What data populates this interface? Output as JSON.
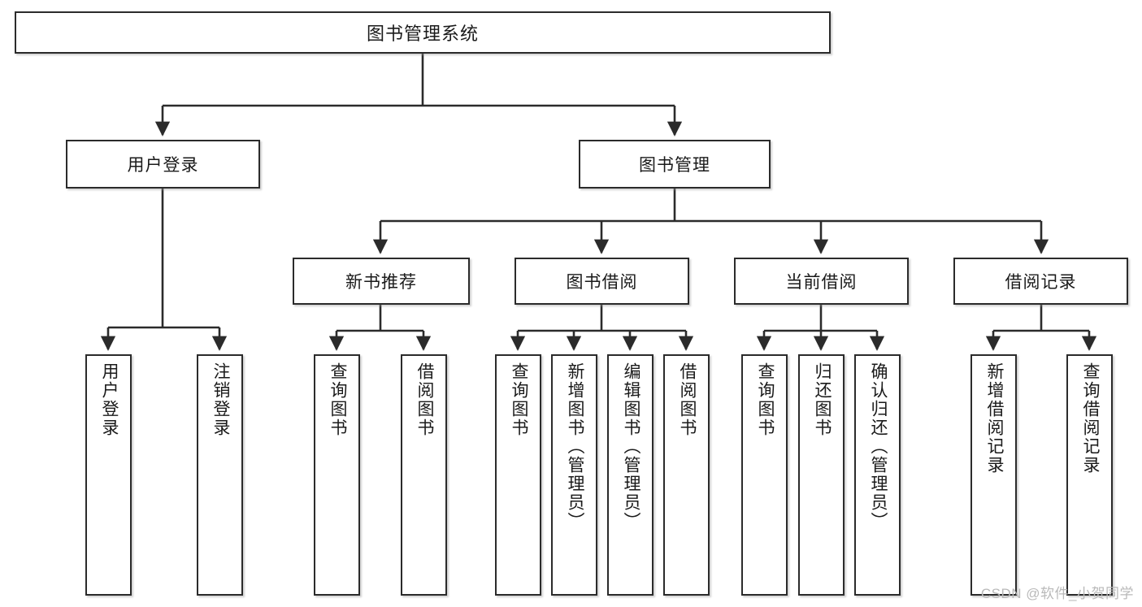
{
  "diagram": {
    "title": "图书管理系统",
    "type": "hierarchy-tree",
    "watermark": "CSDN @软件_小贺同学",
    "colors": {
      "box_border": "#2b2b2b",
      "box_fill": "#ffffff",
      "connector": "#2b2b2b",
      "text": "#1a1a1a",
      "watermark": "#b9b9b9",
      "background": "#ffffff"
    },
    "levels": {
      "root": {
        "label": "图书管理系统"
      },
      "level2": [
        {
          "label": "用户登录"
        },
        {
          "label": "图书管理"
        }
      ],
      "level3": [
        {
          "label": "新书推荐"
        },
        {
          "label": "图书借阅"
        },
        {
          "label": "当前借阅"
        },
        {
          "label": "借阅记录"
        }
      ],
      "level4": {
        "user_login": [
          {
            "label": "用户登录"
          },
          {
            "label": "注销登录"
          }
        ],
        "new_book_recommend": [
          {
            "label": "查询图书"
          },
          {
            "label": "借阅图书"
          }
        ],
        "book_borrow": [
          {
            "label": "查询图书"
          },
          {
            "label": "新增图书（管理员）"
          },
          {
            "label": "编辑图书（管理员）"
          },
          {
            "label": "借阅图书"
          }
        ],
        "current_borrow": [
          {
            "label": "查询图书"
          },
          {
            "label": "归还图书"
          },
          {
            "label": "确认归还（管理员）"
          }
        ],
        "borrow_record": [
          {
            "label": "新增借阅记录"
          },
          {
            "label": "查询借阅记录"
          }
        ]
      }
    }
  }
}
